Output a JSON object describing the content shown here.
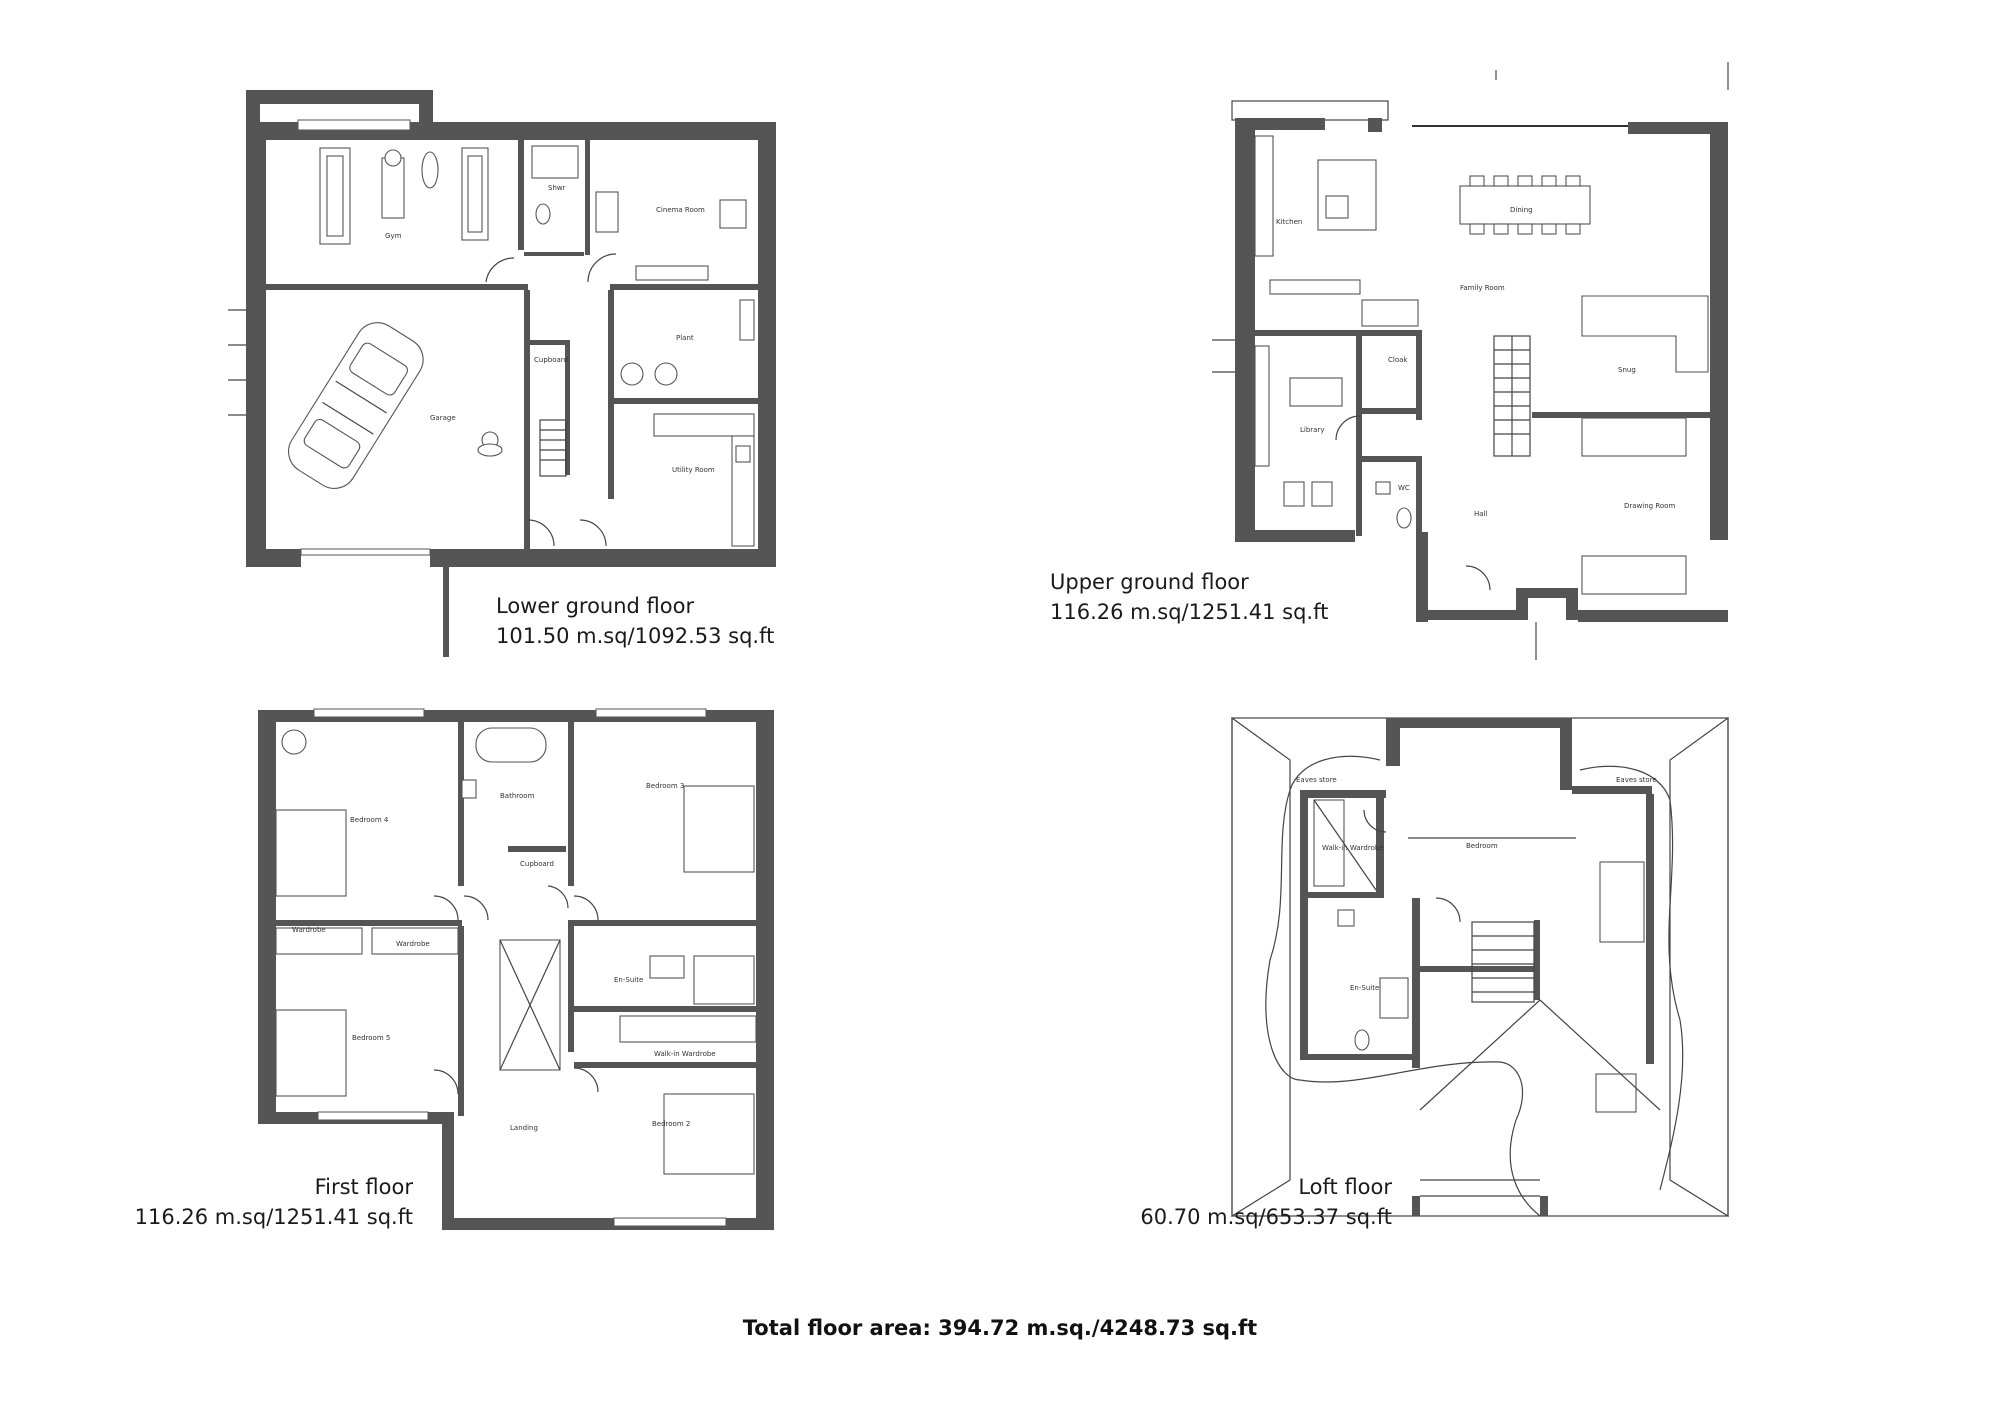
{
  "floors": [
    {
      "id": "lower-ground",
      "name": "Lower ground floor",
      "area": "101.50 m.sq/1092.53 sq.ft",
      "rooms": [
        "Gym",
        "Shwr",
        "Cinema Room",
        "Garage",
        "Cupboard",
        "Plant",
        "Utility Room"
      ]
    },
    {
      "id": "upper-ground",
      "name": "Upper ground floor",
      "area": "116.26 m.sq/1251.41 sq.ft",
      "rooms": [
        "Kitchen",
        "Dining",
        "Family Room",
        "Snug",
        "Library",
        "Cloak",
        "WC",
        "Hall",
        "Drawing Room"
      ]
    },
    {
      "id": "first",
      "name": "First floor",
      "area": "116.26 m.sq/1251.41 sq.ft",
      "rooms": [
        "Bedroom 4",
        "Bathroom",
        "Bedroom 3",
        "Cupboard",
        "Wardrobe",
        "Wardrobe",
        "Bedroom 5",
        "En-Suite",
        "Walk-in Wardrobe",
        "Landing",
        "Bedroom 2"
      ]
    },
    {
      "id": "loft",
      "name": "Loft floor",
      "area": "60.70 m.sq/653.37 sq.ft",
      "rooms": [
        "Eaves store",
        "Eaves store",
        "Walk-in Wardrobe",
        "Bedroom",
        "En-Suite"
      ]
    }
  ],
  "total": "Total floor area: 394.72 m.sq./4248.73 sq.ft"
}
